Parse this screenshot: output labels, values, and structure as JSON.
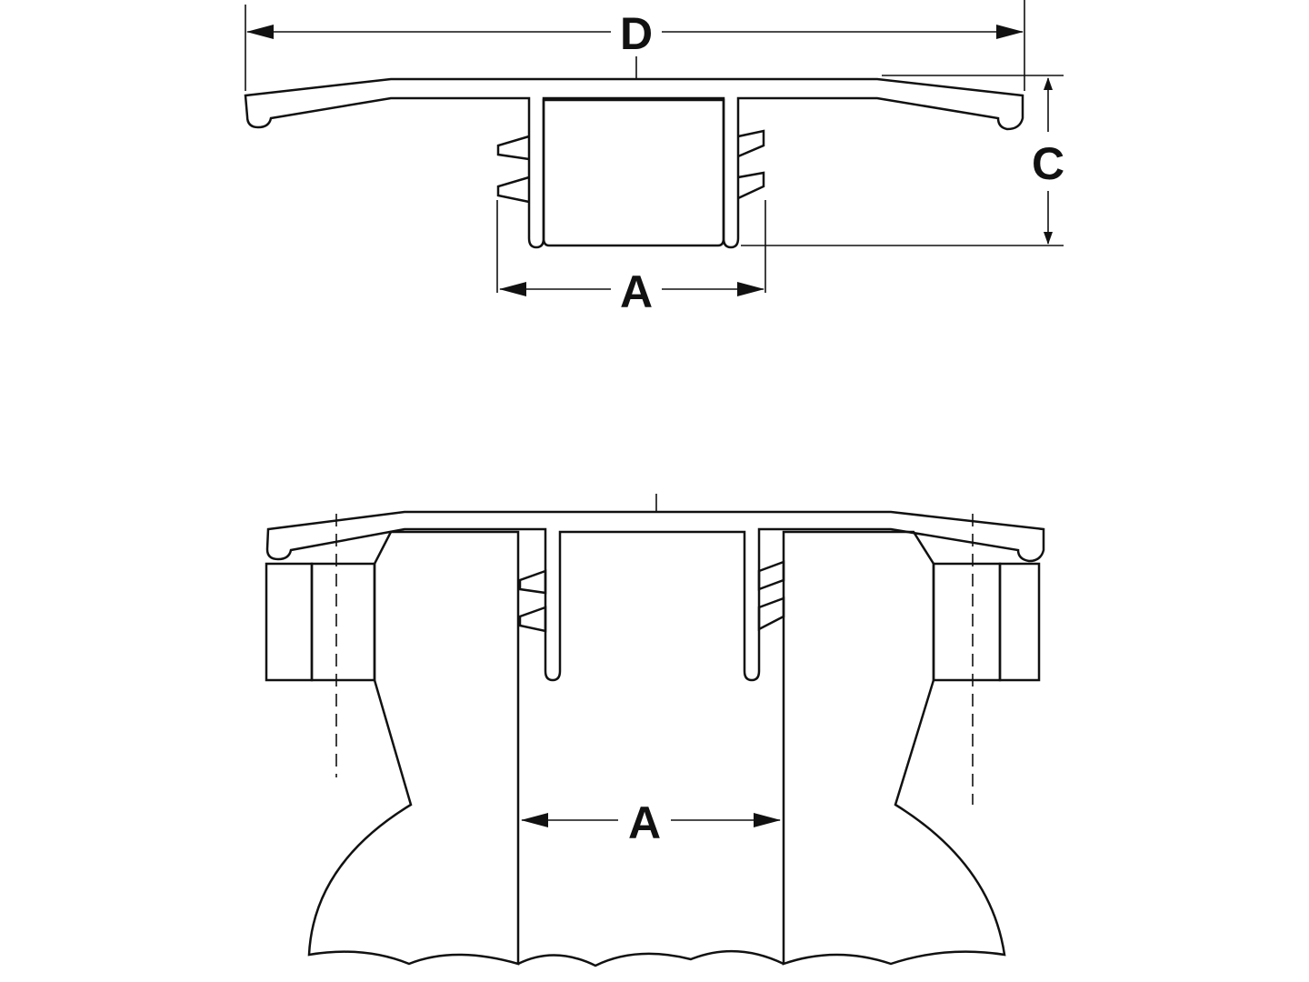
{
  "diagram": {
    "top_view": {
      "dimension_d_label": "D",
      "dimension_c_label": "C",
      "dimension_a_label": "A"
    },
    "installed_view": {
      "dimension_a_label": "A"
    },
    "colors": {
      "line": "#111111",
      "background": "#ffffff"
    }
  }
}
